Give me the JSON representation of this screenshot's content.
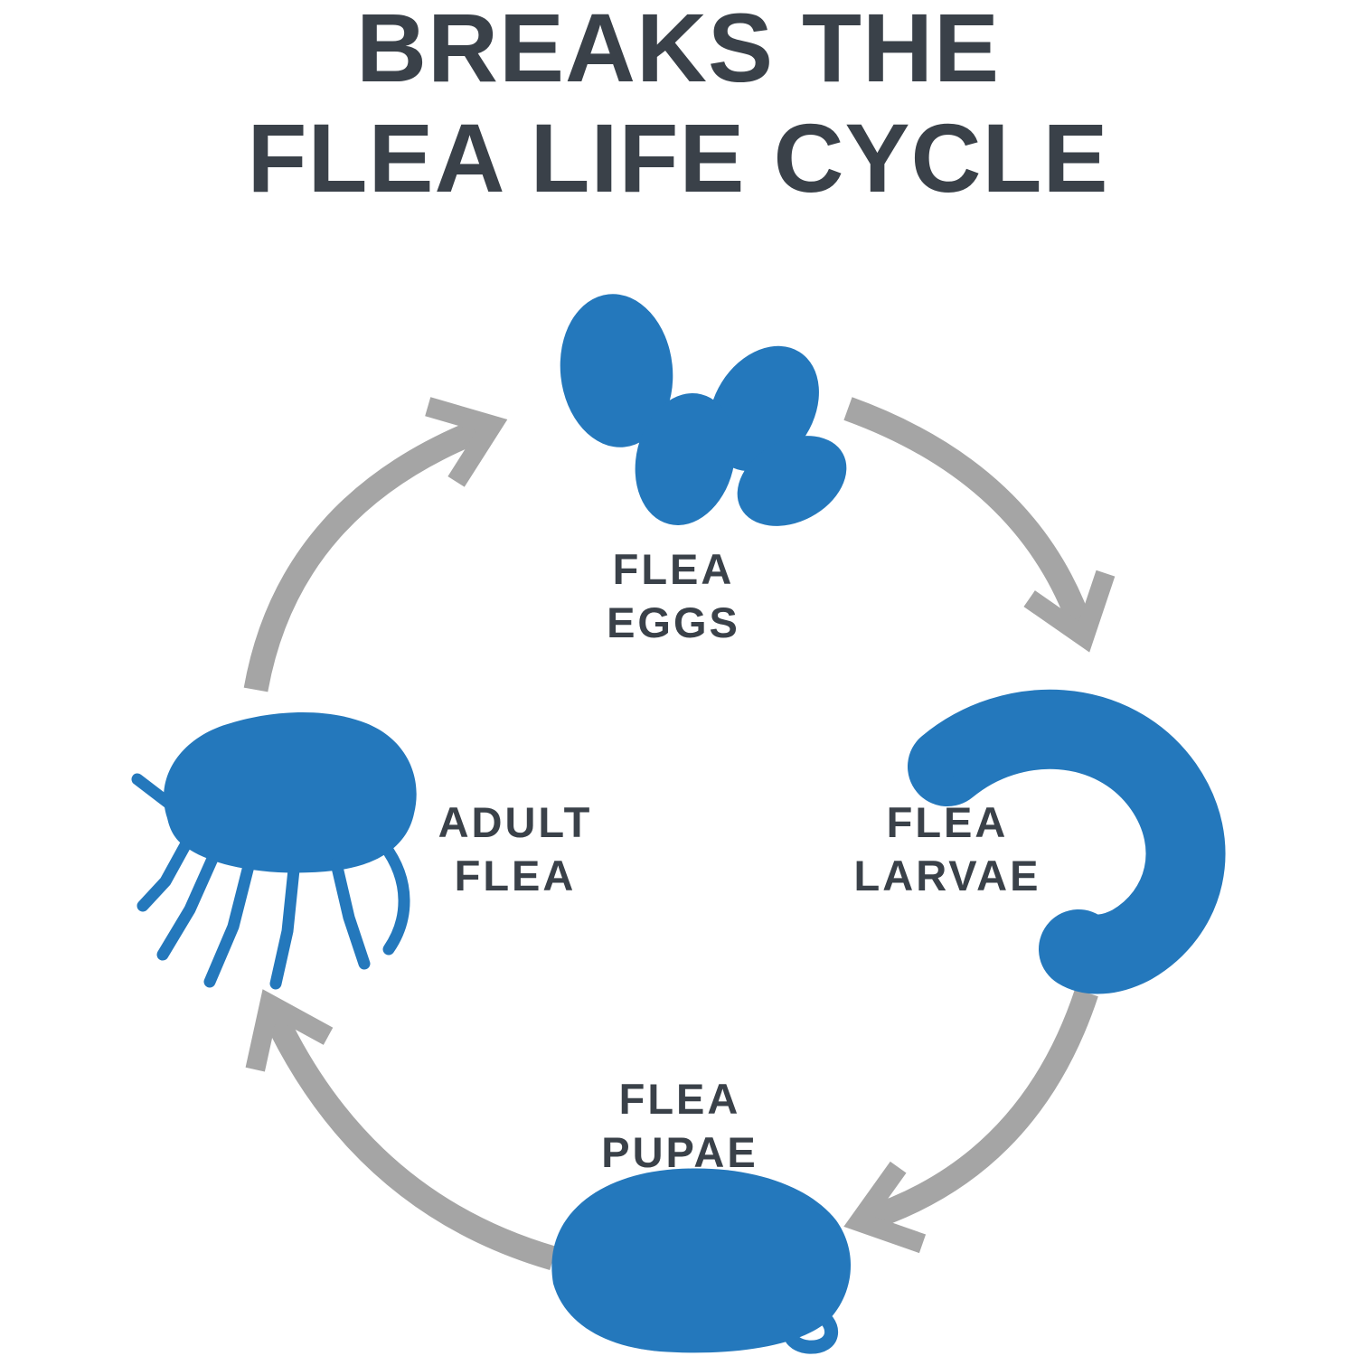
{
  "title": {
    "line1": "BREAKS THE",
    "line2": "FLEA LIFE CYCLE"
  },
  "colors": {
    "blue": "#2478bc",
    "arrow_gray": "#a5a5a5",
    "text_dark": "#3a4149",
    "background": "#ffffff"
  },
  "cycle": {
    "type": "circular-life-cycle",
    "direction": "clockwise",
    "stages": [
      {
        "name": "flea-eggs",
        "label_line1": "FLEA",
        "label_line2": "EGGS",
        "icon": "flea-eggs-icon",
        "position": "top"
      },
      {
        "name": "flea-larvae",
        "label_line1": "FLEA",
        "label_line2": "LARVAE",
        "icon": "flea-larva-icon",
        "position": "right"
      },
      {
        "name": "flea-pupae",
        "label_line1": "FLEA",
        "label_line2": "PUPAE",
        "icon": "flea-pupa-icon",
        "position": "bottom"
      },
      {
        "name": "adult-flea",
        "label_line1": "ADULT",
        "label_line2": "FLEA",
        "icon": "adult-flea-icon",
        "position": "left"
      }
    ],
    "arrows": [
      {
        "name": "arrow-adult-to-eggs",
        "from": "adult-flea",
        "to": "flea-eggs"
      },
      {
        "name": "arrow-eggs-to-larvae",
        "from": "flea-eggs",
        "to": "flea-larvae"
      },
      {
        "name": "arrow-larvae-to-pupae",
        "from": "flea-larvae",
        "to": "flea-pupae"
      },
      {
        "name": "arrow-pupae-to-adult",
        "from": "flea-pupae",
        "to": "adult-flea"
      }
    ]
  }
}
